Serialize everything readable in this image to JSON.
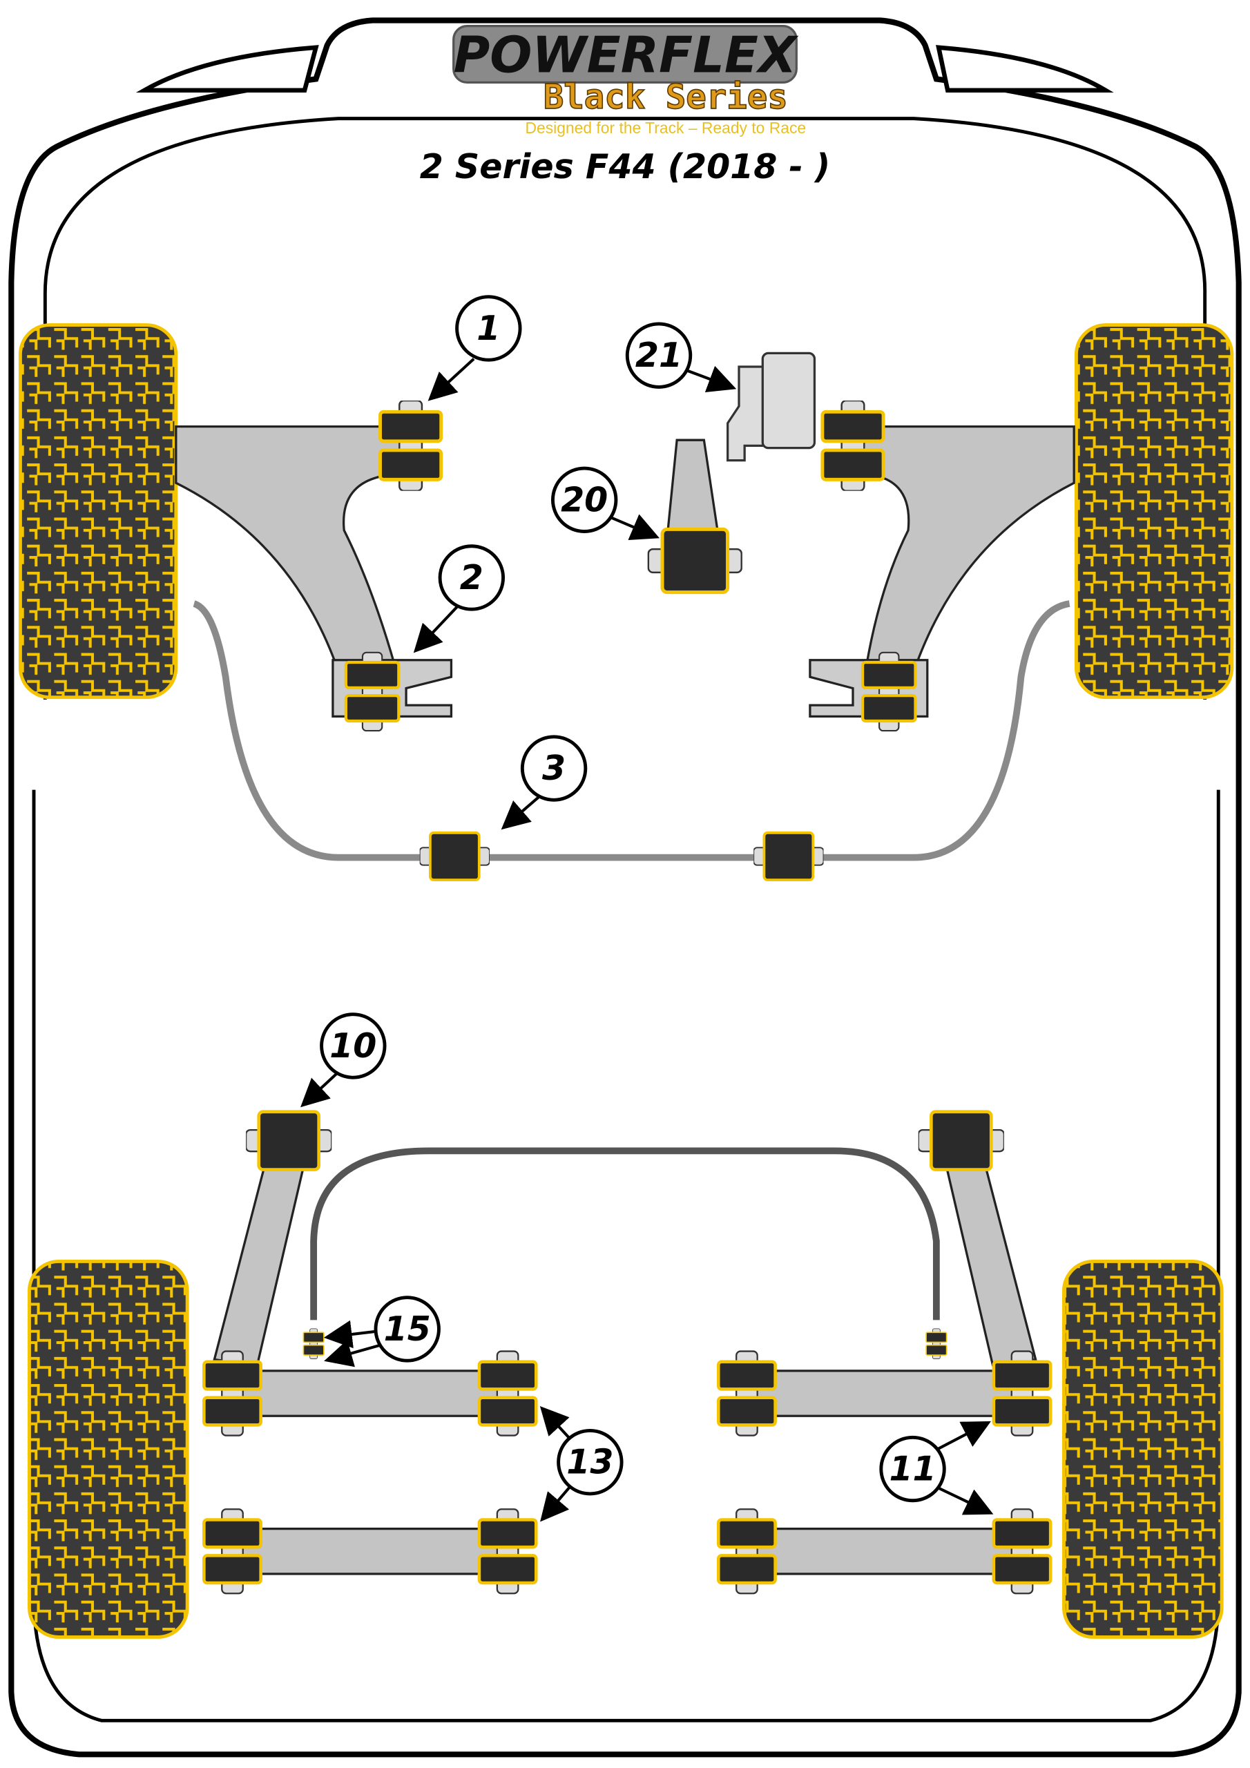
{
  "logo": {
    "brand": "POWERFLEX",
    "series": "Black Series",
    "tagline": "Designed for the Track – Ready to Race"
  },
  "title": "2 Series F44 (2018 - )",
  "callouts": {
    "c1": "1",
    "c2": "2",
    "c3": "3",
    "c10": "10",
    "c11": "11",
    "c13": "13",
    "c15": "15",
    "c20": "20",
    "c21": "21"
  },
  "colors": {
    "bush": "#f5c400",
    "rubber": "#2a2a2a",
    "arm": "#c4c4c4",
    "outline": "#000000"
  }
}
